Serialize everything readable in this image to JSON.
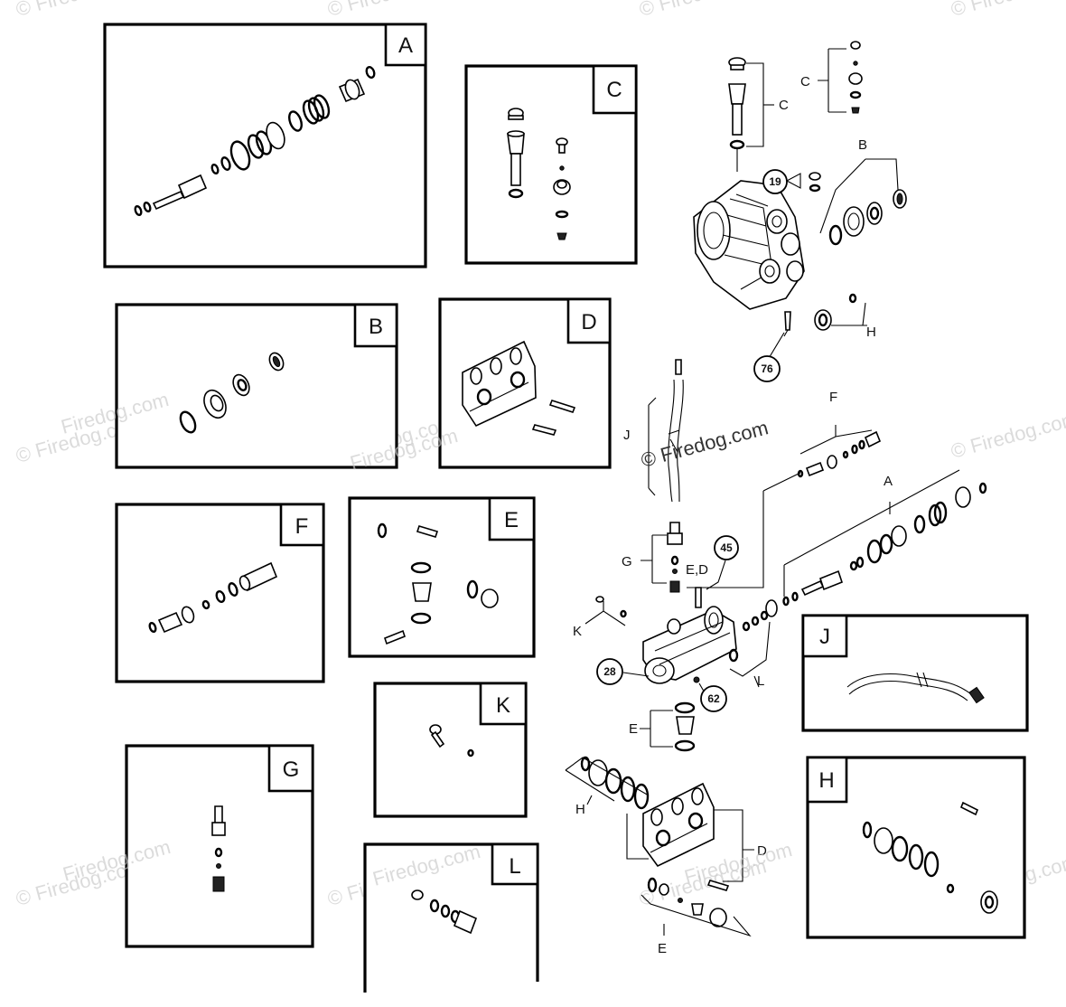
{
  "panels": [
    {
      "id": "A",
      "label": "A"
    },
    {
      "id": "B",
      "label": "B"
    },
    {
      "id": "C",
      "label": "C"
    },
    {
      "id": "D",
      "label": "D"
    },
    {
      "id": "E",
      "label": "E"
    },
    {
      "id": "F",
      "label": "F"
    },
    {
      "id": "G",
      "label": "G"
    },
    {
      "id": "H",
      "label": "H"
    },
    {
      "id": "J",
      "label": "J"
    },
    {
      "id": "K",
      "label": "K"
    },
    {
      "id": "L",
      "label": "L"
    }
  ],
  "callouts": {
    "A": "A",
    "B": "B",
    "C_pump": "C",
    "C_kit": "C",
    "D": "D",
    "E_manifold": "E",
    "E_bottom": "E",
    "ED": "E,D",
    "F": "F",
    "G": "G",
    "H_pump": "H",
    "H_bottom": "H",
    "J": "J",
    "K": "K",
    "L": "L"
  },
  "reference_numbers": {
    "r19": "19",
    "r76": "76",
    "r45": "45",
    "r28": "28",
    "r62": "62"
  },
  "watermarks": {
    "main": "© Firedog.com",
    "tile": "© Firedog.com",
    "panel": "Firedog.com"
  }
}
